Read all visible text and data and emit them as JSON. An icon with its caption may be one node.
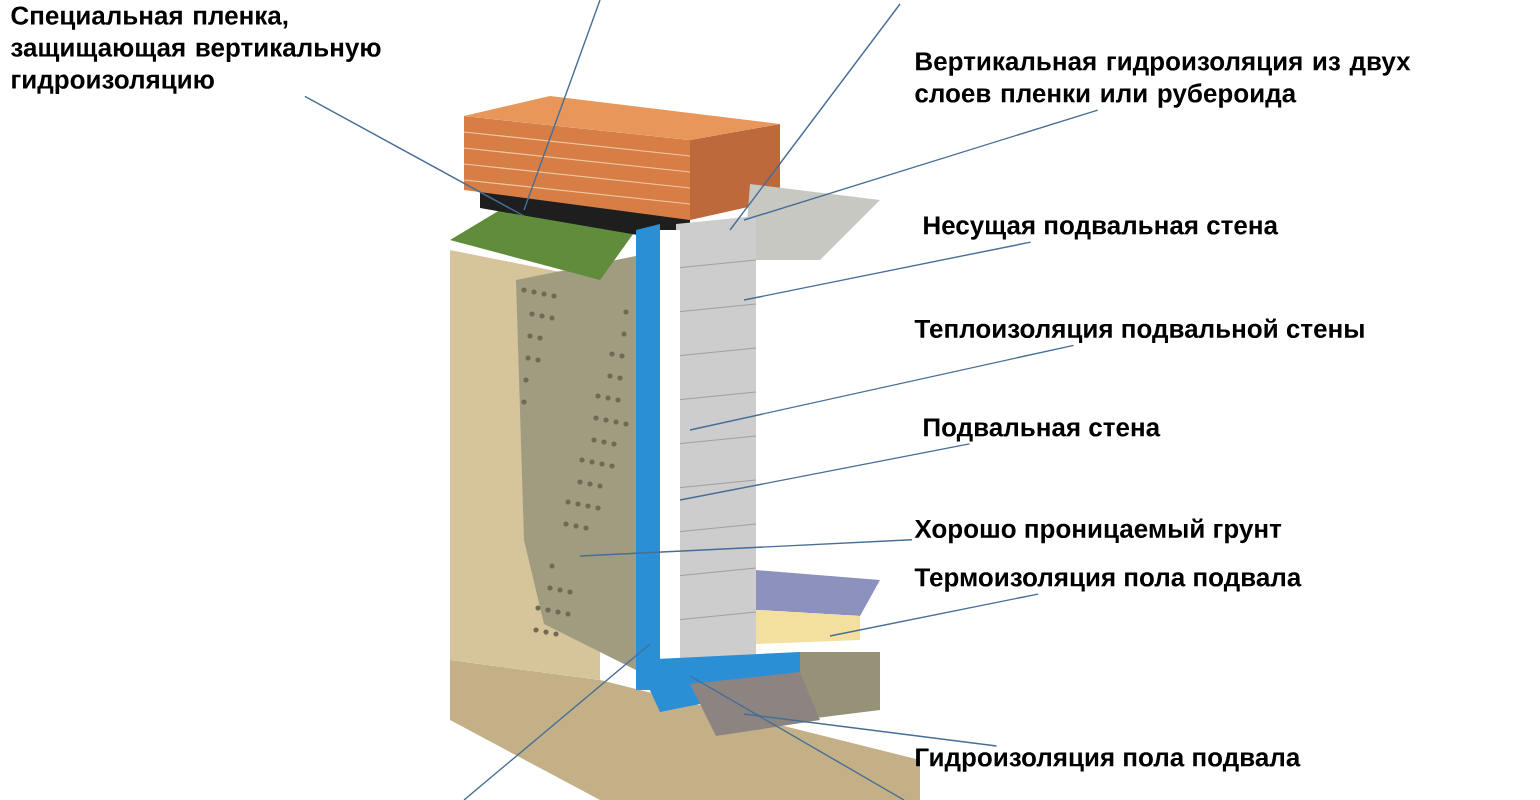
{
  "diagram": {
    "nodes": [
      {
        "text": [
          "Специальная пленка, защищающая вертикальную гидроизоляцию"
        ]
      },
      {
        "text": [
          "Вертикальная гидроизоляция из двух слоев пленки или рубероида"
        ]
      },
      {
        "text": [
          "Несущая подвальная стена"
        ]
      },
      {
        "text": [
          "Теплоизоляция подвальной стены"
        ]
      },
      {
        "text": [
          "Подвальная стена"
        ]
      },
      {
        "text": [
          "Хорошо проницаемый грунт"
        ]
      },
      {
        "text": [
          "Термоизоляция пола подвала"
        ]
      },
      {
        "text": [
          "Гидроизоляция пола подвала"
        ]
      }
    ],
    "edges": [
      {
        "from": 0,
        "to": null,
        "arrow": "none"
      },
      {
        "from": 1,
        "to": null,
        "arrow": "none"
      },
      {
        "from": 2,
        "to": null,
        "arrow": "none"
      },
      {
        "from": 3,
        "to": null,
        "arrow": "none"
      },
      {
        "from": 4,
        "to": null,
        "arrow": "none"
      },
      {
        "from": 5,
        "to": null,
        "arrow": "none"
      },
      {
        "from": 6,
        "to": null,
        "arrow": "none"
      },
      {
        "from": 7,
        "to": null,
        "arrow": "none"
      }
    ]
  }
}
